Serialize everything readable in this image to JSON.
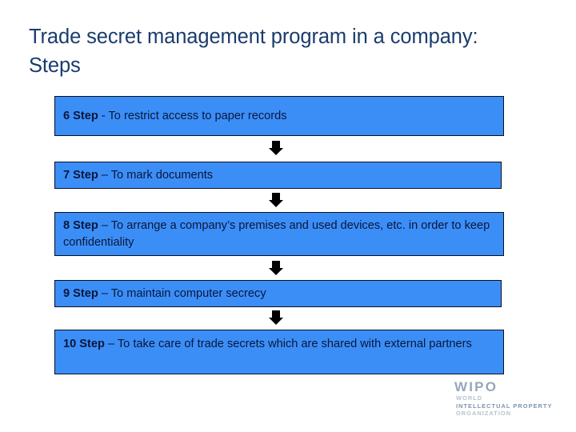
{
  "slide": {
    "title": "Trade secret management program in a company: Steps",
    "background_color": "#FFFFFF",
    "title_color": "#1A3C6E",
    "box_fill_color": "#3C8EF7",
    "box_border_color": "#0A1020",
    "box_text_color": "#09173A",
    "arrow_color": "#000000"
  },
  "steps": [
    {
      "number_label": "6 Step",
      "body": " - To restrict access to paper records"
    },
    {
      "number_label": "7 Step",
      "body": " – To mark documents"
    },
    {
      "number_label": "8 Step",
      "body": " – To arrange a company’s premises and used devices, etc. in order to keep confidentiality"
    },
    {
      "number_label": "9 Step",
      "body": " – To maintain computer secrecy"
    },
    {
      "number_label": "10 Step",
      "body": " – To take care of trade secrets which are shared with external partners"
    }
  ],
  "connectors": [
    {
      "name": "arrow-6-to-7"
    },
    {
      "name": "arrow-7-to-8"
    },
    {
      "name": "arrow-8-to-9"
    },
    {
      "name": "arrow-9-to-10"
    }
  ],
  "logo": {
    "name": "WIPO",
    "line1": "WORLD",
    "line2": "INTELLECTUAL PROPERTY",
    "line3": "ORGANIZATION",
    "color": "#95A7BC"
  }
}
